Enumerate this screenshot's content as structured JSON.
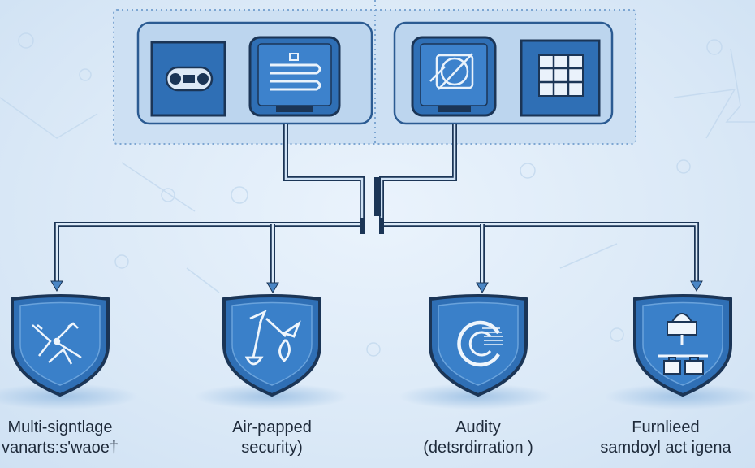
{
  "diagram": {
    "top_group": {
      "modules": [
        {
          "icon": "connector-icon"
        },
        {
          "icon": "server-stack-icon"
        },
        {
          "icon": "blocked-device-icon"
        },
        {
          "icon": "grid-icon"
        }
      ]
    },
    "branches": [
      {
        "icon": "signature-arrows-icon",
        "caption_line1": "Multi-signtlage",
        "caption_line2": "vanarts:s'waoe†"
      },
      {
        "icon": "tools-icon",
        "caption_line1": "Air-papped",
        "caption_line2": "security)"
      },
      {
        "icon": "audit-gauge-icon",
        "caption_line1": "Audity",
        "caption_line2": "(detsrdirration )"
      },
      {
        "icon": "lock-hardware-icon",
        "caption_line1": "Furnlieed",
        "caption_line2": "samdoyl act igena"
      }
    ],
    "colors": {
      "primary": "#2f6fb5",
      "dark": "#1b3556",
      "tile": "#3a7cc4",
      "accent_light": "#b8d4ee"
    }
  }
}
